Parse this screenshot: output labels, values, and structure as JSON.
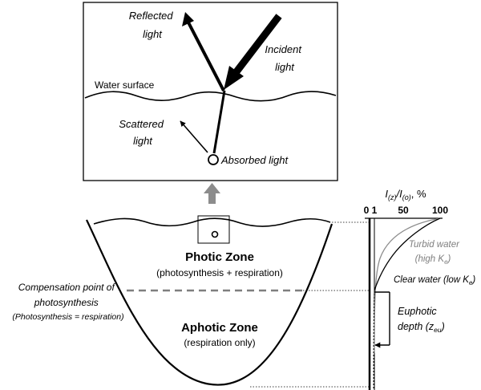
{
  "inset": {
    "reflected": [
      "Reflected",
      "light"
    ],
    "incident": [
      "Incident",
      "light"
    ],
    "water_surface": "Water surface",
    "scattered": [
      "Scattered",
      "light"
    ],
    "absorbed": "Absorbed light"
  },
  "lake": {
    "photic_title": "Photic Zone",
    "photic_sub": "(photosynthesis + respiration)",
    "aphotic_title": "Aphotic Zone",
    "aphotic_sub": "(respiration only)",
    "compensation": [
      "Compensation point of",
      "photosynthesis",
      "(Photosynthesis = respiration)"
    ]
  },
  "profile": {
    "title_I": "I",
    "title_z": "(z)",
    "title_slash": "/I",
    "title_o": "(o)",
    "title_pct": ", %",
    "ticks": [
      "0",
      "1",
      "50",
      "100"
    ],
    "turbid": [
      "Turbid water",
      "(high K",
      "e",
      ")"
    ],
    "clear": [
      "Clear water (low K",
      "e",
      ")"
    ],
    "euphotic": [
      "Euphotic",
      "depth (z",
      "eu",
      ")"
    ]
  },
  "colors": {
    "arrow_up": "#8c8c8c",
    "turbid_curve": "#8c8c8c",
    "dashed_line": "#7f7f7f",
    "text": "#000000"
  }
}
